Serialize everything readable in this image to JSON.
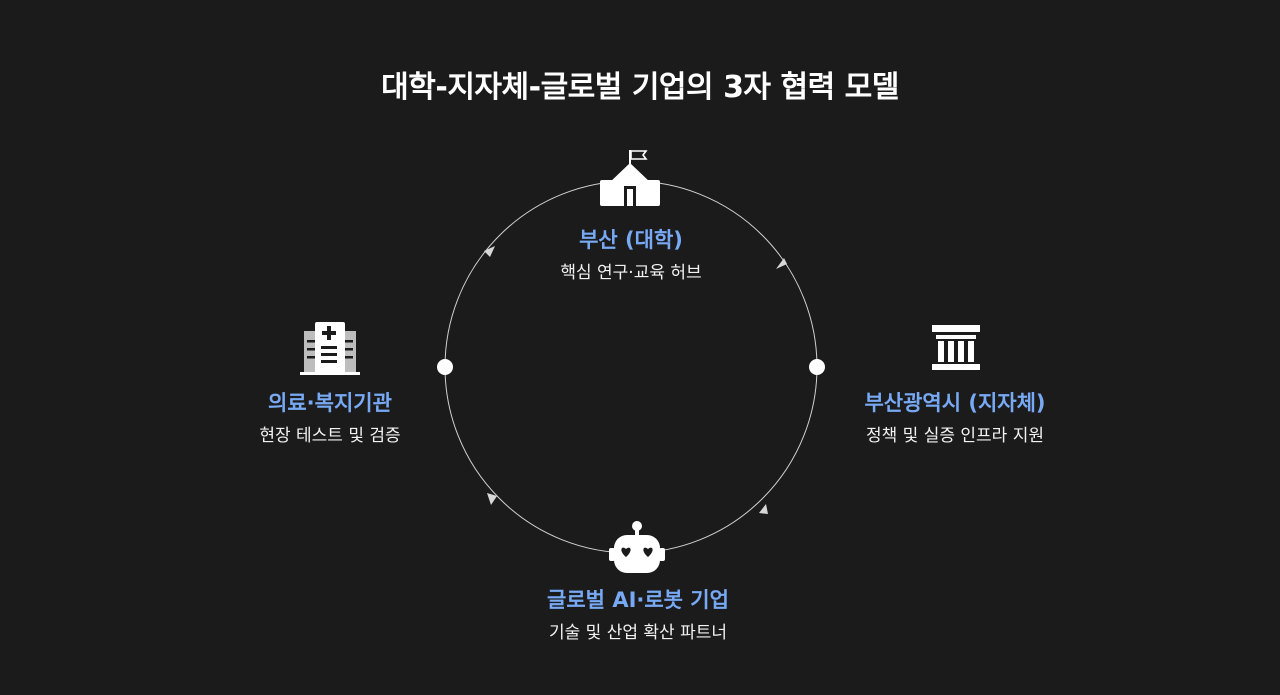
{
  "title": "대학-지자체-글로벌 기업의 3자 협력 모델",
  "colors": {
    "background": "#1c1b1b",
    "accent": "#77a9f5",
    "text": "#f2f2f2",
    "ring": "#d0d0d0"
  },
  "nodes": {
    "university": {
      "name": "부산 (대학)",
      "desc": "핵심 연구·교육 허브",
      "icon": "school-icon"
    },
    "city": {
      "name": "부산광역시 (지자체)",
      "desc": "정책 및 실증 인프라 지원",
      "icon": "government-building-icon"
    },
    "company": {
      "name": "글로벌 AI·로봇 기업",
      "desc": "기술 및 산업 확산 파트너",
      "icon": "robot-icon"
    },
    "medical": {
      "name": "의료·복지기관",
      "desc": "현장 테스트 및 검증",
      "icon": "hospital-icon"
    }
  }
}
